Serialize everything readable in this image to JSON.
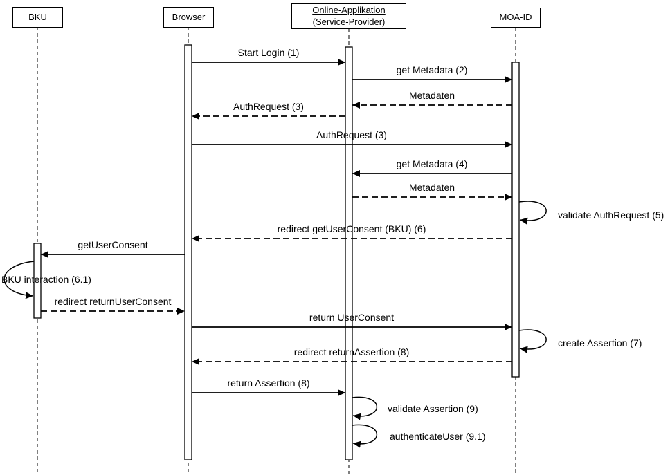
{
  "diagram": {
    "type": "uml-sequence-diagram",
    "colors": {
      "line": "#000000",
      "background": "#ffffff"
    },
    "actors": [
      {
        "label": "BKU"
      },
      {
        "label": "Browser"
      },
      {
        "label": "Online-Applikation (Service-Provider)"
      },
      {
        "label": "MOA-ID"
      }
    ],
    "messages": [
      {
        "label": "Start Login (1)",
        "from": "Browser",
        "to": "Online-Applikation (Service-Provider)",
        "type": "solid"
      },
      {
        "label": "get Metadata (2)",
        "from": "Online-Applikation (Service-Provider)",
        "to": "MOA-ID",
        "type": "solid"
      },
      {
        "label": "Metadaten",
        "from": "MOA-ID",
        "to": "Online-Applikation (Service-Provider)",
        "type": "dashed"
      },
      {
        "label": "AuthRequest (3)",
        "from": "Online-Applikation (Service-Provider)",
        "to": "Browser",
        "type": "dashed"
      },
      {
        "label": "AuthRequest (3)",
        "from": "Browser",
        "to": "MOA-ID",
        "type": "solid"
      },
      {
        "label": "get Metadata (4)",
        "from": "MOA-ID",
        "to": "Online-Applikation (Service-Provider)",
        "type": "solid"
      },
      {
        "label": "Metadaten",
        "from": "Online-Applikation (Service-Provider)",
        "to": "MOA-ID",
        "type": "dashed"
      },
      {
        "label": "validate AuthRequest (5)",
        "from": "MOA-ID",
        "to": "MOA-ID",
        "type": "self"
      },
      {
        "label": "redirect getUserConsent (BKU) (6)",
        "from": "MOA-ID",
        "to": "Browser",
        "type": "dashed"
      },
      {
        "label": "getUserConsent",
        "from": "Browser",
        "to": "BKU",
        "type": "solid"
      },
      {
        "label": "BKU interaction (6.1)",
        "from": "BKU",
        "to": "BKU",
        "type": "self"
      },
      {
        "label": "redirect returnUserConsent",
        "from": "BKU",
        "to": "Browser",
        "type": "dashed"
      },
      {
        "label": "return UserConsent",
        "from": "Browser",
        "to": "MOA-ID",
        "type": "solid"
      },
      {
        "label": "create Assertion (7)",
        "from": "MOA-ID",
        "to": "MOA-ID",
        "type": "self"
      },
      {
        "label": "redirect returnAssertion (8)",
        "from": "MOA-ID",
        "to": "Browser",
        "type": "dashed"
      },
      {
        "label": "return Assertion (8)",
        "from": "Browser",
        "to": "Online-Applikation (Service-Provider)",
        "type": "solid"
      },
      {
        "label": "validate Assertion (9)",
        "from": "Online-Applikation (Service-Provider)",
        "to": "Online-Applikation (Service-Provider)",
        "type": "self"
      },
      {
        "label": "authenticateUser (9.1)",
        "from": "Online-Applikation (Service-Provider)",
        "to": "Online-Applikation (Service-Provider)",
        "type": "self"
      }
    ]
  }
}
